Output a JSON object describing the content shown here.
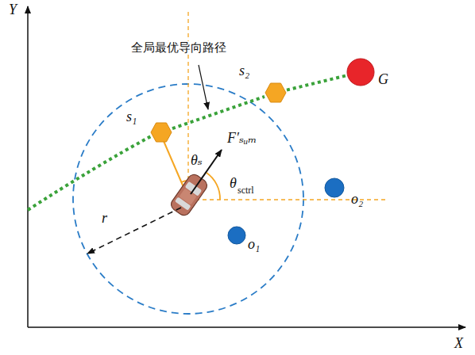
{
  "diagram": {
    "nodes": [
      {
        "text": [
          "s₁"
        ]
      },
      {
        "text": [
          "s₂"
        ]
      },
      {
        "text": [
          "G"
        ]
      },
      {
        "text": [
          "o₁"
        ]
      },
      {
        "text": [
          "o₂"
        ]
      }
    ],
    "edges": [
      {
        "from": 0,
        "to": 1,
        "arrow": "none"
      },
      {
        "from": 1,
        "to": 2,
        "arrow": "none"
      }
    ],
    "labels": [
      "Y",
      "X",
      "全局最优导向路径",
      "F′ₛᵤₘ",
      "θₛ",
      "θ",
      "sctrl",
      "r"
    ]
  }
}
